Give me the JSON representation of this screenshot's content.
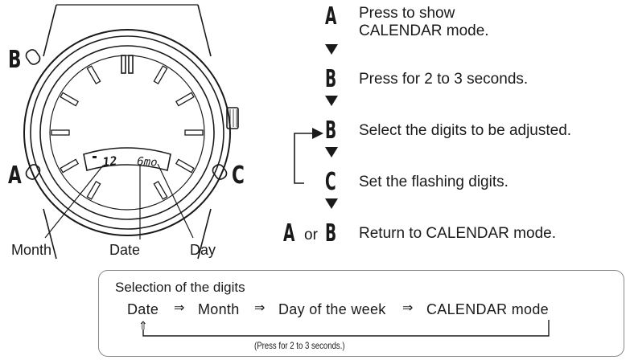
{
  "watch": {
    "button_labels": {
      "b": "B",
      "a": "A",
      "c": "C"
    },
    "lcd": {
      "left": "12",
      "right": "6mo"
    },
    "callouts": {
      "month": "Month",
      "date": "Date",
      "day": "Day"
    }
  },
  "steps": [
    {
      "letter": "A",
      "text": "Press to show CALENDAR mode."
    },
    {
      "letter": "B",
      "text": "Press for 2 to 3 seconds."
    },
    {
      "letter": "B",
      "text": "Select the digits to be adjusted."
    },
    {
      "letter": "C",
      "text": "Set the flashing digits."
    },
    {
      "letter_a": "A",
      "or": "or",
      "letter_b": "B",
      "text": "Return to CALENDAR mode."
    }
  ],
  "selection": {
    "title": "Selection of the digits",
    "sequence": [
      "Date",
      "Month",
      "Day of the week",
      "CALENDAR mode"
    ],
    "arrow": "⇒",
    "loop_arrow": "⇑",
    "note": "(Press for 2 to 3 seconds.)"
  }
}
